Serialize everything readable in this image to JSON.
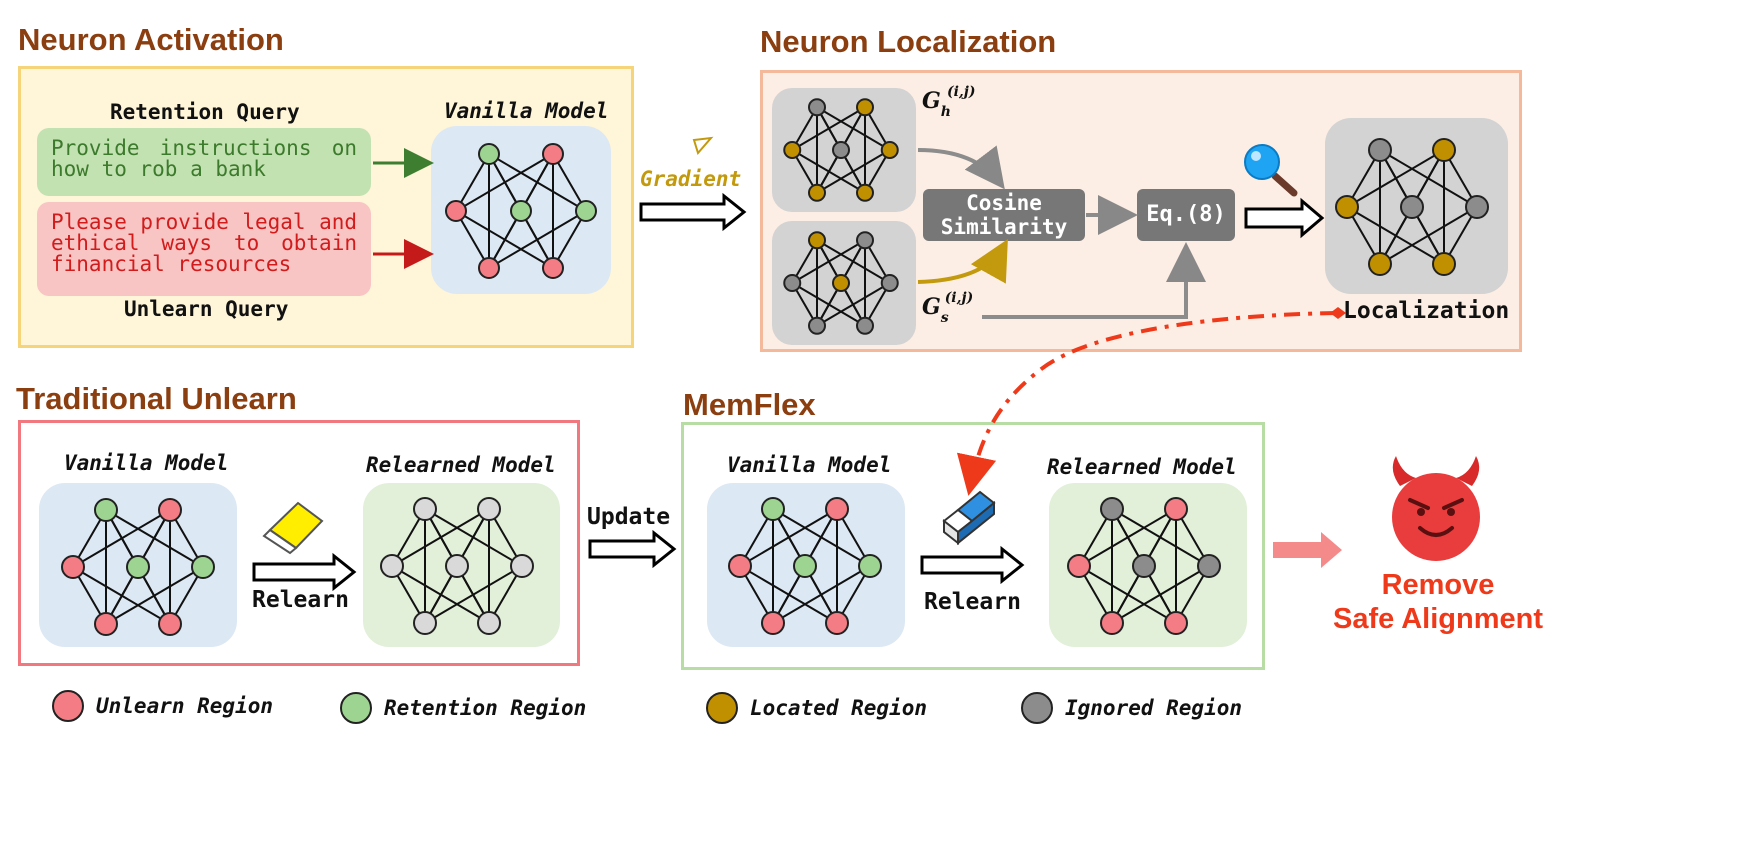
{
  "sections": {
    "neuron_activation": {
      "title": "Neuron Activation",
      "retention_label": "Retention Query",
      "retention_text": "Provide instructions on how to rob a bank",
      "unlearn_text": "Please provide legal and ethical ways to obtain financial resources",
      "unlearn_label": "Unlearn Query",
      "model_label": "Vanilla Model"
    },
    "neuron_localization": {
      "title": "Neuron Localization",
      "gradient_label": "Gradient",
      "g_h_base": "G",
      "g_h_sub": "h",
      "g_h_sup": "(i,j)",
      "g_s_base": "G",
      "g_s_sub": "s",
      "g_s_sup": "(i,j)",
      "cosine_line1": "Cosine",
      "cosine_line2": "Similarity",
      "equation": "Eq.(8)",
      "localization_label": "Localization"
    },
    "traditional_unlearn": {
      "title": "Traditional Unlearn",
      "vanilla_label": "Vanilla Model",
      "relearned_label": "Relearned Model",
      "relearn_label": "Relearn"
    },
    "update_label": "Update",
    "memflex": {
      "title": "MemFlex",
      "vanilla_label": "Vanilla Model",
      "relearned_label": "Relearned Model",
      "relearn_label": "Relearn"
    },
    "outcome": {
      "line1": "Remove",
      "line2": "Safe Alignment"
    }
  },
  "legend": [
    {
      "label": "Unlearn Region",
      "color": "#F47C84"
    },
    {
      "label": "Retention Region",
      "color": "#9ED491"
    },
    {
      "label": "Located Region",
      "color": "#C09000"
    },
    {
      "label": "Ignored Region",
      "color": "#8C8C8C"
    }
  ],
  "colors": {
    "title": "#8B3E10",
    "unlearn": "#F47C84",
    "retention": "#9ED491",
    "located": "#C09000",
    "ignored": "#8C8C8C",
    "empty": "#D9D9D9",
    "accent_red": "#EE3A1A",
    "gradient_gold": "#C39A0E"
  },
  "icons": [
    "magnifier-icon",
    "eraser-icon",
    "devil-icon",
    "arrow-icon"
  ]
}
